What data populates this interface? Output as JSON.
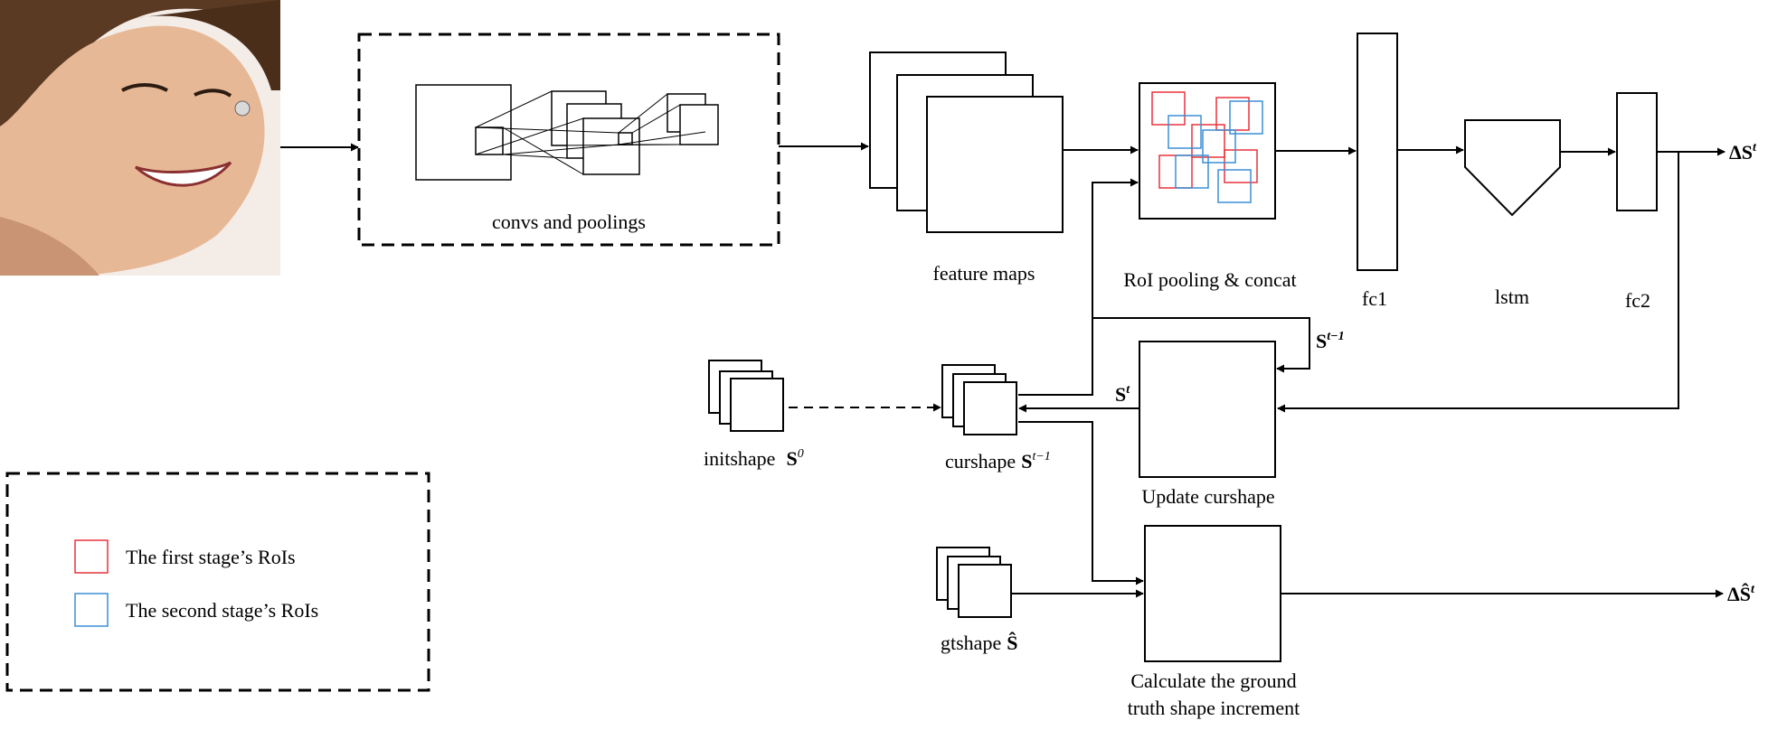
{
  "labels": {
    "convs": "convs and poolings",
    "feature_maps": "feature maps",
    "roi_pool": "RoI pooling & concat",
    "fc1": "fc1",
    "lstm": "lstm",
    "fc2": "fc2",
    "initshape": "initshape",
    "curshape": "curshape",
    "gtshape": "gtshape",
    "update": "Update curshape",
    "calc_line1": "Calculate the ground",
    "calc_line2": "truth shape increment"
  },
  "math": {
    "delta": "Δ",
    "S": "S",
    "S_hat": "Ŝ",
    "t": "t",
    "t_minus_1": "t−1",
    "zero": "0"
  },
  "legend": {
    "first_stage": "The first stage’s RoIs",
    "second_stage": "The second stage’s RoIs"
  },
  "colors": {
    "first_stage": "#e8323c",
    "second_stage": "#3a8fd6",
    "skin": "#e7b896",
    "hair": "#5a3a22"
  },
  "icons": {
    "input_image": "smiling-face-photo"
  }
}
